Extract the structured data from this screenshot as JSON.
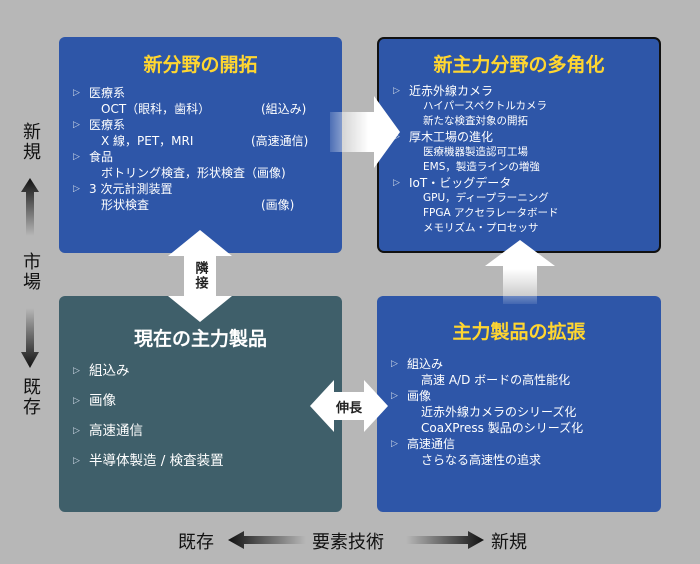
{
  "quadrants": {
    "top_left": {
      "title": "新分野の開拓",
      "items": [
        {
          "label": "医療系",
          "sub": [
            {
              "text": "OCT（眼科，歯科）",
              "note": "(組込み)"
            }
          ]
        },
        {
          "label": "医療系",
          "sub": [
            {
              "text": "X 線，PET，MRI",
              "note": "(高速通信)"
            }
          ]
        },
        {
          "label": "食品",
          "sub": [
            {
              "text": "ボトリング検査，形状検査（画像)",
              "note": ""
            }
          ]
        },
        {
          "label": "3 次元計測装置",
          "sub": [
            {
              "text": "形状検査",
              "note": "(画像)"
            }
          ]
        }
      ]
    },
    "top_right": {
      "title": "新主力分野の多角化",
      "items": [
        {
          "label": "近赤外線カメラ",
          "sub": [
            "ハイパースペクトルカメラ",
            "新たな検査対象の開拓"
          ]
        },
        {
          "label": "厚木工場の進化",
          "sub": [
            "医療機器製造認可工場",
            "EMS，製造ラインの増強"
          ]
        },
        {
          "label": "IoT・ビッグデータ",
          "sub": [
            "GPU，ディープラーニング",
            "FPGA アクセラレータボード",
            "メモリズム・プロセッサ"
          ]
        }
      ]
    },
    "bottom_left": {
      "title": "現在の主力製品",
      "items": [
        "組込み",
        "画像",
        "高速通信",
        "半導体製造 / 検査装置"
      ]
    },
    "bottom_right": {
      "title": "主力製品の拡張",
      "items": [
        {
          "label": "組込み",
          "sub": [
            "高速 A/D ボードの高性能化"
          ]
        },
        {
          "label": "画像",
          "sub": [
            "近赤外線カメラのシリーズ化",
            "CoaXPress 製品のシリーズ化"
          ]
        },
        {
          "label": "高速通信",
          "sub": [
            "さらなる高速性の追求"
          ]
        }
      ]
    }
  },
  "connectors": {
    "adjacent": "隣接",
    "extension": "伸長"
  },
  "axes": {
    "vertical": {
      "top": "新規",
      "middle": "市場",
      "bottom": "既存"
    },
    "horizontal": {
      "left": "既存",
      "middle": "要素技術",
      "right": "新規"
    }
  },
  "colors": {
    "background": "#b7b7b7",
    "box_blue": "#2e56a8",
    "box_slate": "#3f5f6a",
    "title_yellow": "#ffd630"
  }
}
